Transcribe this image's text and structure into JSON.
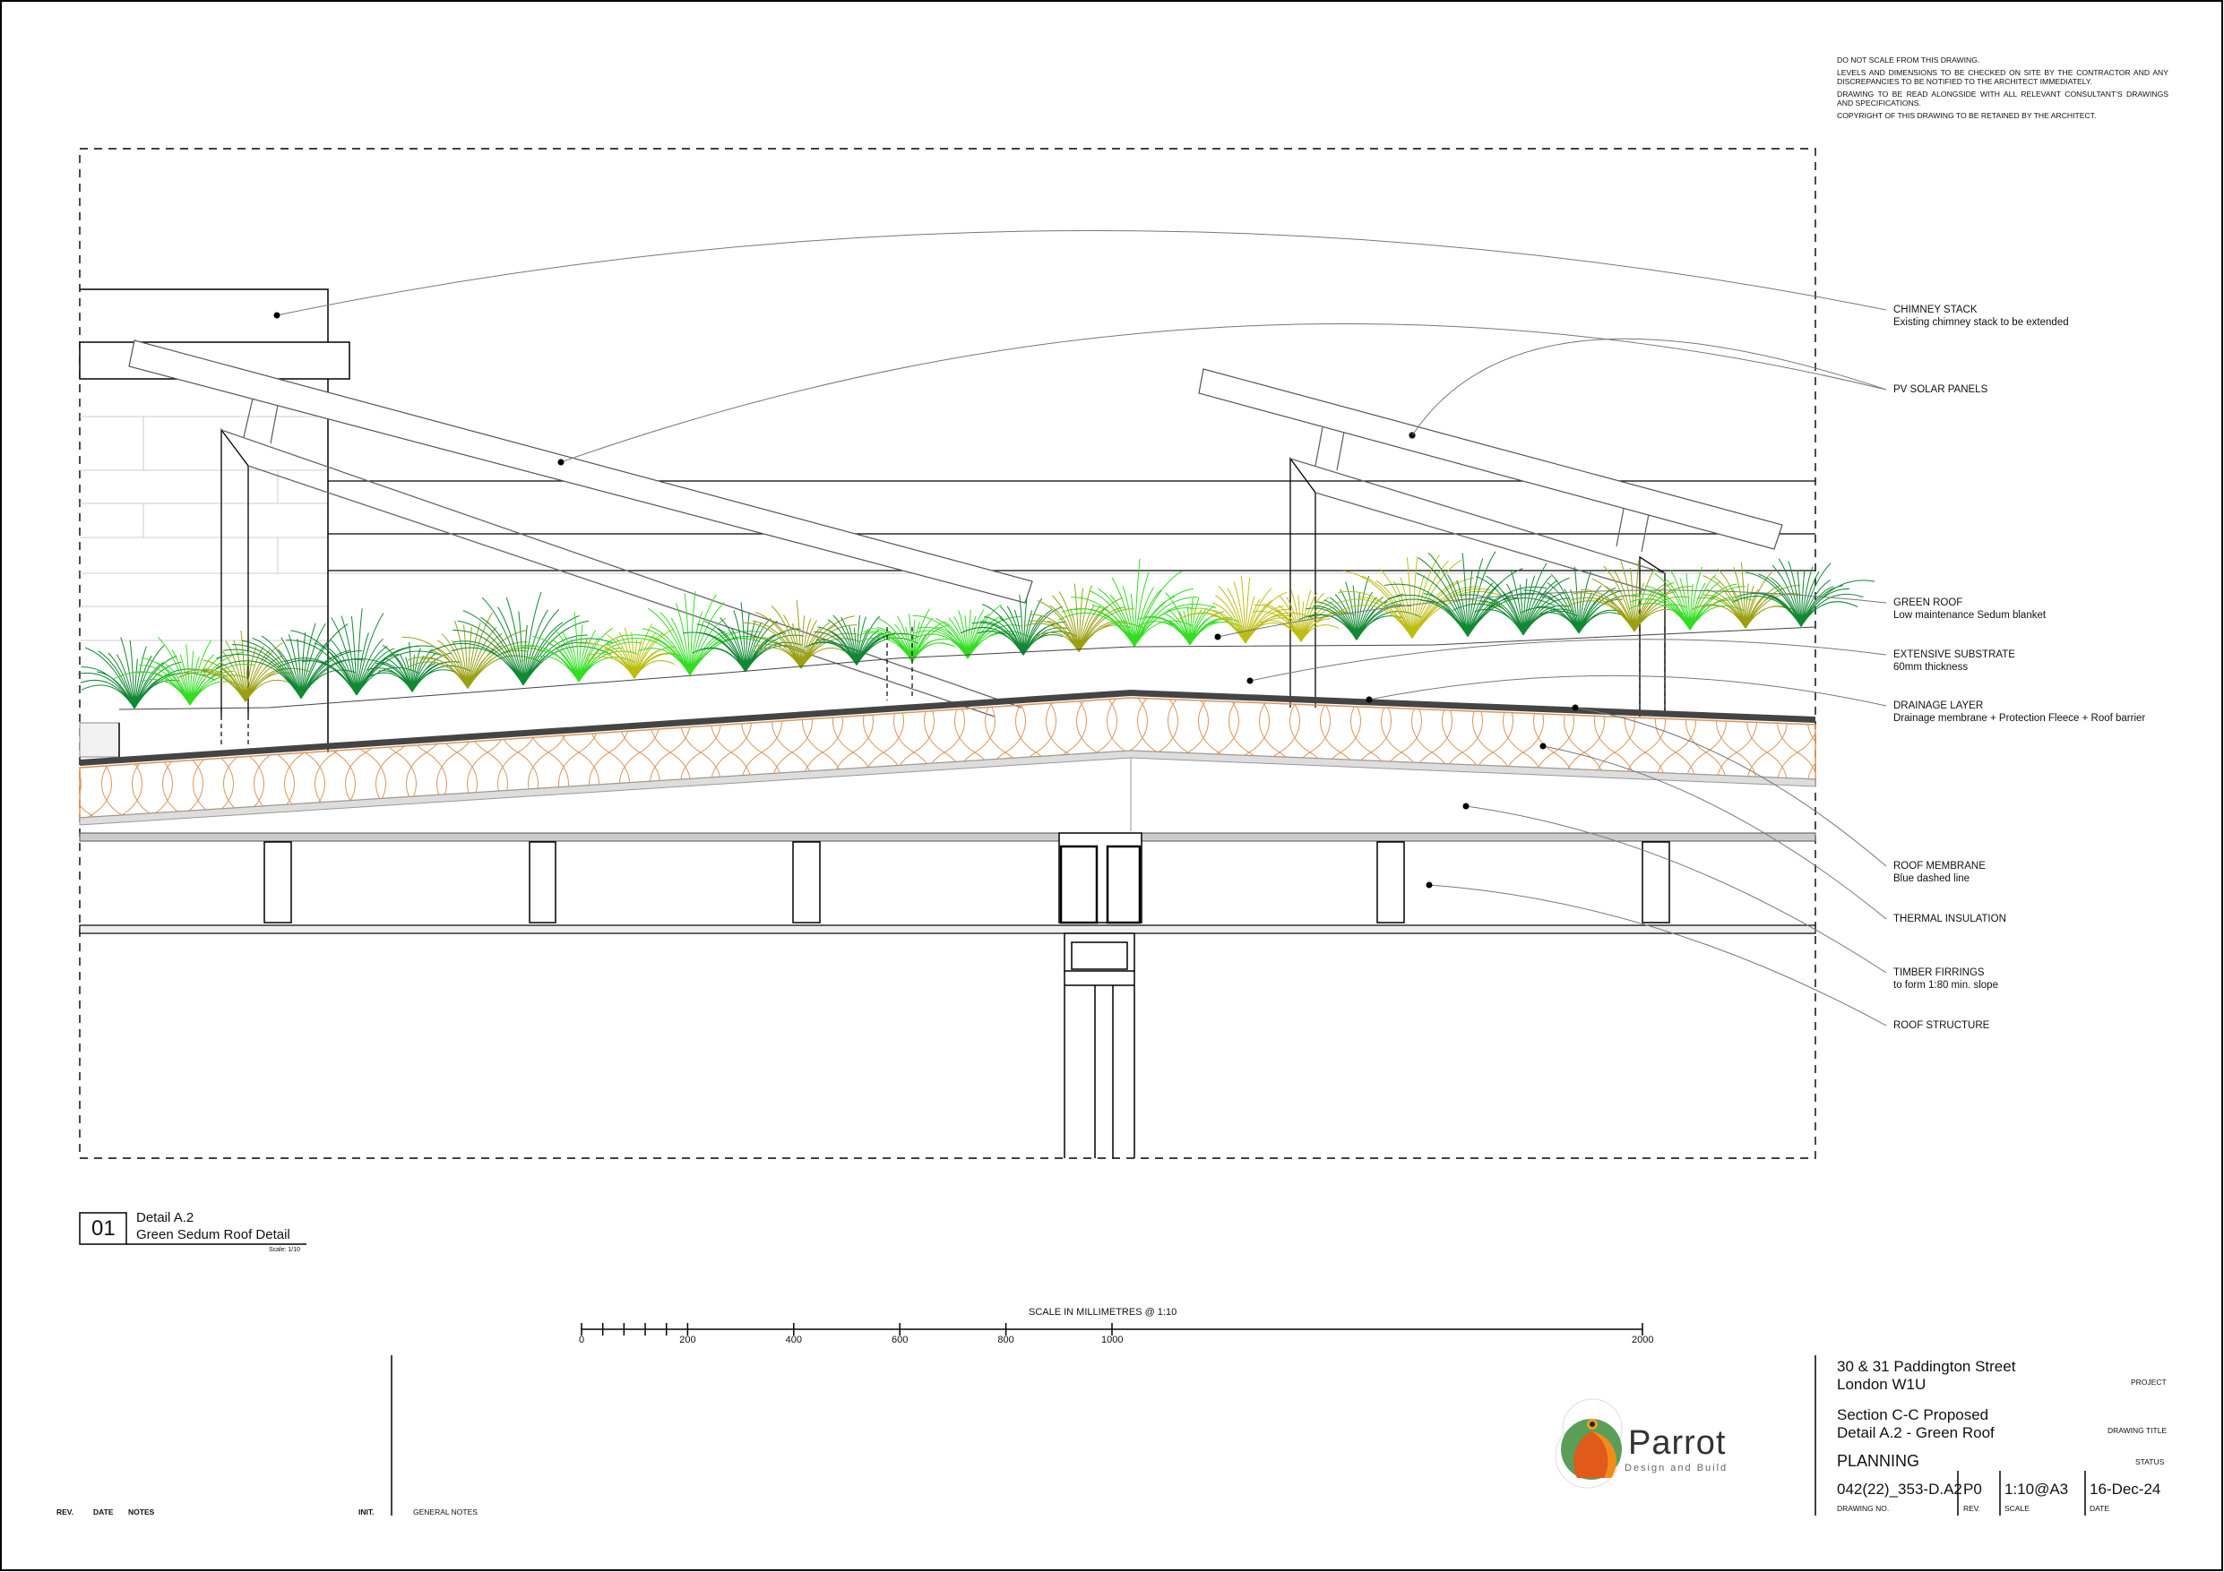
{
  "general_notes": [
    "DO NOT SCALE FROM THIS DRAWING.",
    "LEVELS AND DIMENSIONS TO BE CHECKED ON SITE BY THE CONTRACTOR AND ANY DISCREPANCIES TO BE NOTIFIED TO THE ARCHITECT IMMEDIATELY.",
    "DRAWING TO BE READ ALONGSIDE WITH ALL RELEVANT CONSULTANT'S DRAWINGS AND SPECIFICATIONS.",
    "COPYRIGHT OF THIS DRAWING TO BE RETAINED BY THE ARCHITECT."
  ],
  "labels": [
    {
      "title": "CHIMNEY STACK",
      "sub": "Existing chimney stack to be extended"
    },
    {
      "title": "PV SOLAR PANELS",
      "sub": ""
    },
    {
      "title": "GREEN ROOF",
      "sub": "Low maintenance Sedum blanket"
    },
    {
      "title": "EXTENSIVE SUBSTRATE",
      "sub": "60mm thickness"
    },
    {
      "title": "DRAINAGE LAYER",
      "sub": "Drainage membrane + Protection Fleece + Roof barrier"
    },
    {
      "title": "ROOF MEMBRANE",
      "sub": "Blue dashed line"
    },
    {
      "title": "THERMAL INSULATION",
      "sub": ""
    },
    {
      "title": "TIMBER FIRRINGS",
      "sub": "to form 1:80 min. slope"
    },
    {
      "title": "ROOF STRUCTURE",
      "sub": ""
    }
  ],
  "detail": {
    "number": "01",
    "title": "Detail A.2",
    "subtitle": "Green Sedum Roof Detail",
    "scale": "Scale: 1/10"
  },
  "scale_bar": {
    "title": "SCALE IN MILLIMETRES @ 1:10",
    "ticks": [
      "0",
      "200",
      "400",
      "600",
      "800",
      "1000",
      "2000"
    ]
  },
  "revisions": {
    "rev": "REV.",
    "date": "DATE",
    "notes": "NOTES",
    "init": "INIT.",
    "general_notes": "GENERAL NOTES"
  },
  "logo": {
    "name": "Parrot",
    "tagline": "Design and Build"
  },
  "title_block": {
    "project_line1": "30 & 31 Paddington Street",
    "project_line2": "London W1U",
    "project_label": "PROJECT",
    "title_line1": "Section C-C Proposed",
    "title_line2": "Detail A.2 - Green Roof",
    "title_label": "DRAWING TITLE",
    "status": "PLANNING",
    "status_label": "STATUS",
    "drawing_no": "042(22)_353-D.A2",
    "drawing_no_label": "DRAWING NO.",
    "rev": "P0",
    "rev_label": "REV.",
    "scale": "1:10@A3",
    "scale_label": "SCALE",
    "date": "16-Dec-24",
    "date_label": "DATE"
  },
  "colors": {
    "insulation": "#d9955a",
    "plant_bright": "#33dd22",
    "plant_dark": "#118833",
    "plant_olive": "#99a011",
    "plant_yellow": "#bdbd10"
  }
}
